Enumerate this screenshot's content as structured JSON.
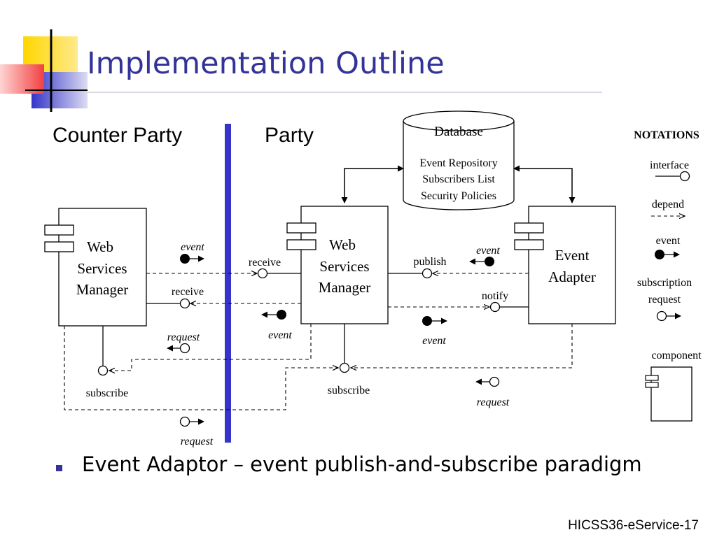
{
  "slide": {
    "title": "Implementation Outline",
    "footer": "HICSS36-eService-17",
    "bullet": "Event Adaptor – event publish-and-subscribe paradigm"
  },
  "diagram": {
    "headings": {
      "counter_party": "Counter Party",
      "party": "Party"
    },
    "database": {
      "title": "Database",
      "items": [
        "Event Repository",
        "Subscribers List",
        "Security Policies"
      ]
    },
    "components": {
      "counter_wsm": [
        "Web",
        "Services",
        "Manager"
      ],
      "party_wsm": [
        "Web",
        "Services",
        "Manager"
      ],
      "event_adapter": [
        "Event",
        "Adapter"
      ]
    },
    "labels": {
      "receive_top": "receive",
      "receive_mid": "receive",
      "publish": "publish",
      "notify": "notify",
      "subscribe_left": "subscribe",
      "subscribe_mid": "subscribe",
      "event_left_top": "event",
      "event_mid_bottom": "event",
      "event_right_top": "event",
      "event_right_bottom": "event",
      "request_left_top": "request",
      "request_left_bottom": "request",
      "request_right": "request"
    },
    "notations": {
      "title": "NOTATIONS",
      "interface": "interface",
      "depend": "depend",
      "event": "event",
      "subscription_request": [
        "subscription",
        "request"
      ],
      "component": "component"
    }
  }
}
